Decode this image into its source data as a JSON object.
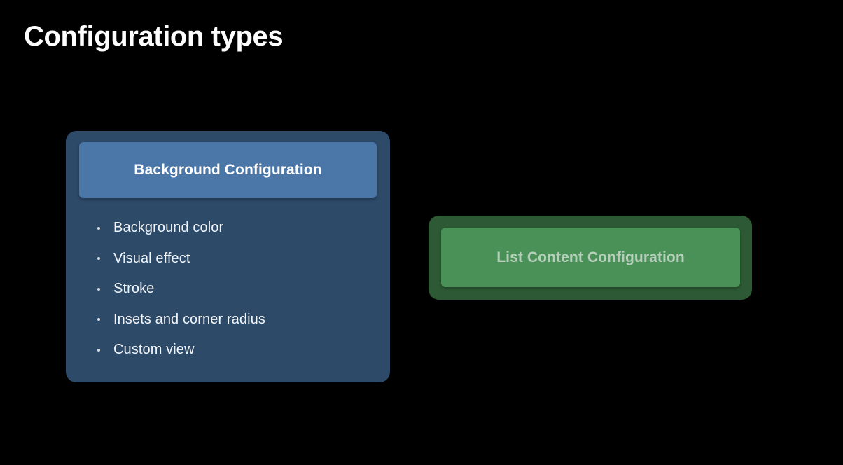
{
  "slide": {
    "title": "Configuration types",
    "background_color": "#000000",
    "title_color": "#ffffff"
  },
  "cards": {
    "background_configuration": {
      "header_label": "Background Configuration",
      "card_color": "#2d4a69",
      "header_color": "#4a77a8",
      "header_text_color": "#ffffff",
      "features": [
        {
          "label": "Background color"
        },
        {
          "label": "Visual effect"
        },
        {
          "label": "Stroke"
        },
        {
          "label": "Insets and corner radius"
        },
        {
          "label": "Custom view"
        }
      ]
    },
    "list_content_configuration": {
      "header_label": "List Content Configuration",
      "card_color": "#2d5a35",
      "header_color": "#4a9158",
      "header_text_color": "#b6cfbb"
    }
  }
}
